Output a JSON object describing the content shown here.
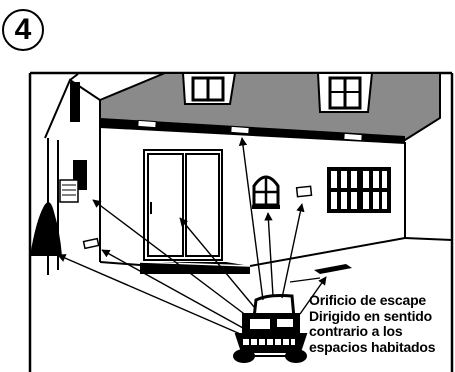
{
  "step": {
    "number": "4"
  },
  "caption": {
    "title": "Orificio de escape",
    "lines": [
      "Dirigido en sentido",
      "contrario a los",
      "espacios habitados"
    ]
  },
  "scene": {
    "subject": "house-exterior",
    "equipment": "portable-generator",
    "vents": [
      "eave-vent",
      "eave-vent",
      "eave-vent",
      "wall-vent-left",
      "foundation-vent-left",
      "foundation-vent-right",
      "soffit-vent-right"
    ],
    "openings": [
      "dormer-window-left",
      "dormer-window-right",
      "arched-window",
      "sliding-glass-door",
      "small-side-window",
      "grid-window-right"
    ]
  }
}
